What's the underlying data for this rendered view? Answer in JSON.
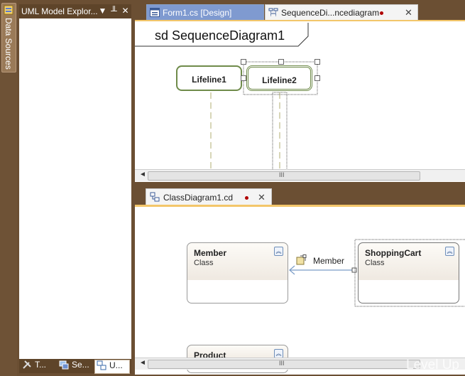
{
  "side": {
    "data_sources_label": "Data Sources"
  },
  "explorer": {
    "title": "UML Model Explor...",
    "dropdown_glyph": "▼",
    "pin_glyph": "╨",
    "close_glyph": "✕",
    "tabs": [
      {
        "label": "T...",
        "icon": "toolbox-icon"
      },
      {
        "label": "Se...",
        "icon": "server-explorer-icon"
      },
      {
        "label": "U...",
        "icon": "uml-explorer-icon"
      }
    ]
  },
  "documents": {
    "tabs": [
      {
        "label": "Form1.cs [Design]",
        "icon": "form-designer-icon",
        "active": false
      },
      {
        "label": "SequenceDi...ncediagram",
        "icon": "sequence-diagram-icon",
        "active": true,
        "modified": true
      }
    ],
    "close_glyph": "✕"
  },
  "sequence": {
    "frame_label": "sd SequenceDiagram1",
    "lifelines": [
      "Lifeline1",
      "Lifeline2"
    ],
    "scroll_left": "◄",
    "scroll_grip": "III"
  },
  "class_diagram": {
    "tab_label": "ClassDiagram1.cd",
    "tab_modified": true,
    "close_glyph": "✕",
    "classes": [
      {
        "name": "Member",
        "kind": "Class"
      },
      {
        "name": "ShoppingCart",
        "kind": "Class"
      },
      {
        "name": "Product",
        "kind": ""
      }
    ],
    "association_label": "Member",
    "scroll_left": "◄",
    "scroll_grip": "III"
  },
  "watermark": "Level Up",
  "colors": {
    "chrome_brown": "#6b4f33",
    "accent_gold": "#f3c66a",
    "lifeline_green": "#6f8b4a",
    "inactive_tab_blue": "#7f9ad0",
    "modified_dot": "#b00000"
  }
}
